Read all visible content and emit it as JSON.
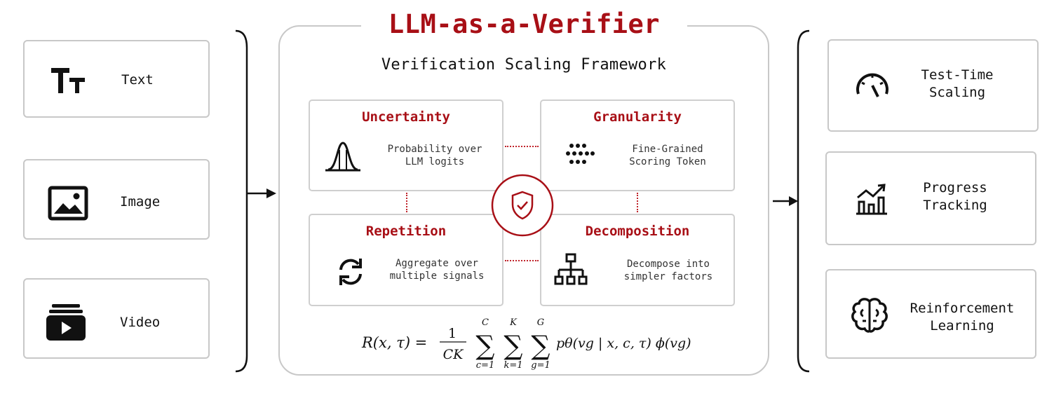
{
  "title": "LLM-as-a-Verifier",
  "subtitle": "Verification Scaling Framework",
  "inputs": [
    {
      "label": "Text",
      "icon": "text-size-icon"
    },
    {
      "label": "Image",
      "icon": "image-icon"
    },
    {
      "label": "Video",
      "icon": "video-library-icon"
    }
  ],
  "dimensions": {
    "uncertainty": {
      "title": "Uncertainty",
      "desc_line1": "Probability over",
      "desc_line2": "LLM logits",
      "icon": "bell-curve-icon"
    },
    "granularity": {
      "title": "Granularity",
      "desc_line1": "Fine-Grained",
      "desc_line2": "Scoring Token",
      "icon": "dot-grid-icon"
    },
    "repetition": {
      "title": "Repetition",
      "desc_line1": "Aggregate over",
      "desc_line2": "multiple signals",
      "icon": "refresh-icon"
    },
    "decomposition": {
      "title": "Decomposition",
      "desc_line1": "Decompose into",
      "desc_line2": "simpler factors",
      "icon": "hierarchy-icon"
    }
  },
  "center_icon": "shield-check-icon",
  "formula": {
    "lhs": "R(x, τ) =",
    "frac_num": "1",
    "frac_den": "CK",
    "sum1_top": "C",
    "sum1_bottom": "c=1",
    "sum2_top": "K",
    "sum2_bottom": "k=1",
    "sum3_top": "G",
    "sum3_bottom": "g=1",
    "rhs": "pθ(vg | x, c, τ) ϕ(vg)"
  },
  "outputs": [
    {
      "line1": "Test-Time",
      "line2": "Scaling",
      "icon": "gauge-icon"
    },
    {
      "line1": "Progress",
      "line2": "Tracking",
      "icon": "trend-chart-icon"
    },
    {
      "line1": "Reinforcement",
      "line2": "Learning",
      "icon": "brain-icon"
    }
  ],
  "colors": {
    "accent": "#a80f16",
    "border": "#c8c8c8",
    "text": "#111111"
  }
}
